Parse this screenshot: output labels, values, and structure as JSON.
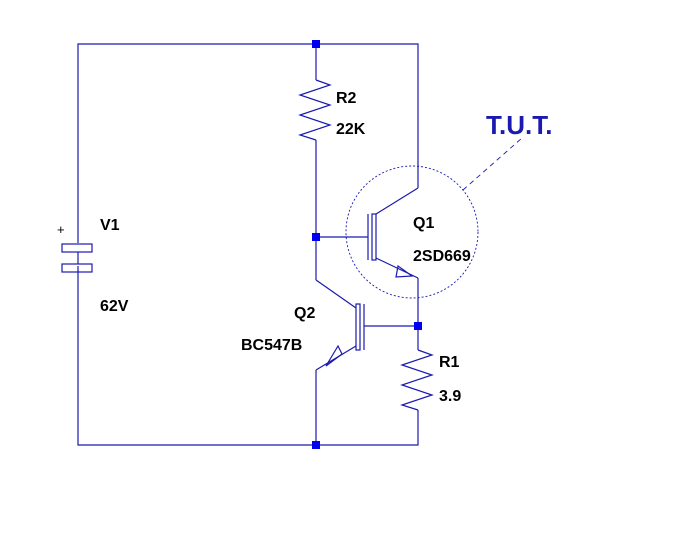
{
  "annotation": {
    "text": "T.U.T."
  },
  "components": {
    "v1": {
      "name": "V1",
      "value": "62V",
      "plus": "+"
    },
    "r2": {
      "name": "R2",
      "value": "22K"
    },
    "r1": {
      "name": "R1",
      "value": "3.9"
    },
    "q1": {
      "name": "Q1",
      "value": "2SD669"
    },
    "q2": {
      "name": "Q2",
      "value": "BC547B"
    }
  },
  "colors": {
    "wire": "#1a1ab0",
    "junction": "#0000ee",
    "label": "#000000",
    "annotation": "#1a1ab0"
  }
}
